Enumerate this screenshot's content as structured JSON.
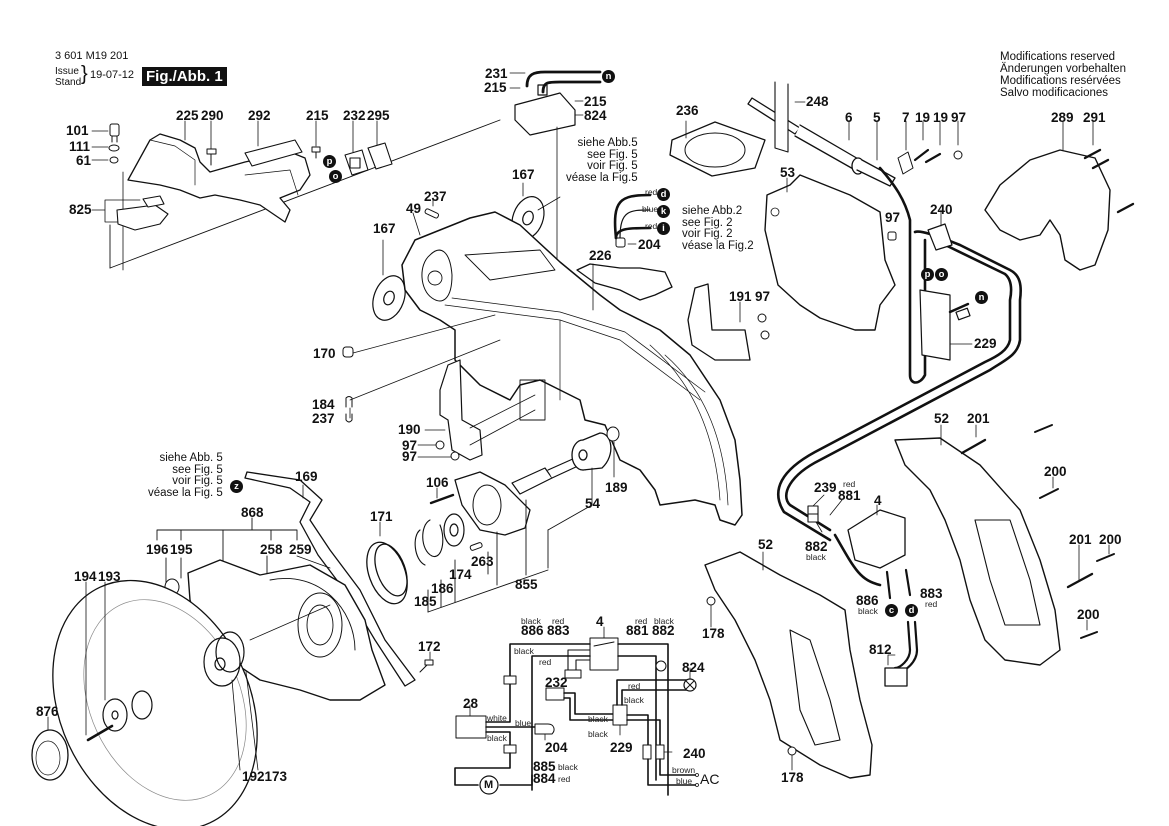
{
  "header": {
    "part_number": "3 601 M19 201",
    "issue_label": "Issue",
    "stand_label": "Stand",
    "issue_date": "19-07-12",
    "figure_title": "Fig./Abb. 1",
    "modifications": [
      "Modifications reserved",
      "Änderungen vorbehalten",
      "Modifications resérvées",
      "Salvo modificaciones"
    ]
  },
  "cross_refs": {
    "fig5_top": [
      "siehe Abb.5",
      "see Fig. 5",
      "voir Fig. 5",
      "véase la Fig.5"
    ],
    "fig2": [
      "siehe Abb.2",
      "see Fig. 2",
      "voir Fig. 2",
      "véase la Fig.2"
    ],
    "fig5_left": [
      "siehe Abb. 5",
      "see Fig. 5",
      "voir Fig. 5",
      "véase la Fig. 5"
    ]
  },
  "connectors": {
    "n": "n",
    "p": "p",
    "o": "o",
    "d": "d",
    "k": "k",
    "i": "i",
    "z": "z",
    "c": "c"
  },
  "callouts": {
    "c101": "101",
    "c111": "111",
    "c61": "61",
    "c825": "825",
    "c225": "225",
    "c290": "290",
    "c292": "292",
    "c215a": "215",
    "c232": "232",
    "c295": "295",
    "c231": "231",
    "c215b": "215",
    "c215c": "215",
    "c824": "824",
    "c167a": "167",
    "c167b": "167",
    "c237a": "237",
    "c49": "49",
    "c236": "236",
    "c248": "248",
    "c6": "6",
    "c5": "5",
    "c7": "7",
    "c19a": "19",
    "c19b": "19",
    "c97a": "97",
    "c289": "289",
    "c291": "291",
    "c53": "53",
    "c97b": "97",
    "c240": "240",
    "c204": "204",
    "c226": "226",
    "c191": "191",
    "c97c": "97",
    "c229": "229",
    "c170": "170",
    "c184": "184",
    "c237b": "237",
    "c190": "190",
    "c97d": "97",
    "c97e": "97",
    "c169": "169",
    "c106": "106",
    "c189": "189",
    "c54": "54",
    "c171": "171",
    "c868": "868",
    "c196": "196",
    "c195": "195",
    "c258": "258",
    "c259": "259",
    "c174": "174",
    "c186": "186",
    "c185": "185",
    "c263": "263",
    "c855": "855",
    "c194": "194",
    "c193": "193",
    "c876": "876",
    "c192173": "192173",
    "c172": "172",
    "c52a": "52",
    "c201a": "201",
    "c200a": "200",
    "c201b": "201",
    "c200b": "200",
    "c200c": "200",
    "c239": "239",
    "c881": "881",
    "c4": "4",
    "c882": "882",
    "c886": "886",
    "c883": "883",
    "c52b": "52",
    "c178a": "178",
    "c178b": "178",
    "c812": "812"
  },
  "wire_colors": {
    "red_d": "red",
    "blue_k": "blue",
    "red_i": "red",
    "c881_color": "red",
    "c882_color": "black",
    "c886_color": "black",
    "c883_color": "red"
  },
  "schematic": {
    "top_labels": [
      {
        "color": "black",
        "num": "886"
      },
      {
        "color": "red",
        "num": "883"
      },
      {
        "num": "4"
      },
      {
        "color": "red",
        "num": "881"
      },
      {
        "color": "black",
        "num": "882"
      }
    ],
    "wire_black_1": "black",
    "wire_red_1": "red",
    "motor_ref": "28",
    "wire_white": "white",
    "wire_blue": "blue",
    "wire_black_2": "black",
    "c232": "232",
    "c824": "824",
    "wire_red_2": "red",
    "wire_black_3": "black",
    "wire_black_4": "black",
    "wire_black_5": "black",
    "c204": "204",
    "c229": "229",
    "c240": "240",
    "c885": "885",
    "c885_color": "black",
    "c884": "884",
    "c884_color": "red",
    "motor_symbol": "M",
    "wire_brown": "brown",
    "wire_blue_ac": "blue",
    "ac_label": "AC"
  }
}
